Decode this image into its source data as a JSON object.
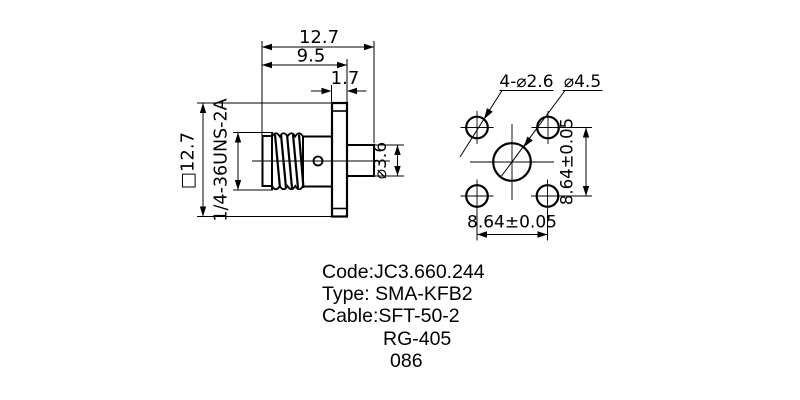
{
  "colors": {
    "ink": "#000000",
    "paper": "#ffffff"
  },
  "side_view": {
    "dim_overall_length": "12.7",
    "dim_body_length": "9.5",
    "dim_flange_thickness": "1.7",
    "dim_flange_square": "□12.7",
    "thread_spec": "1/4-36UNS-2A",
    "dim_cable_entry_dia": "⌀3.6"
  },
  "face_view": {
    "callout_mounting_holes": "4-⌀2.6",
    "callout_center_hole": "⌀4.5",
    "dim_hole_spacing_vertical": "8.64±0.05",
    "dim_hole_spacing_horizontal": "8.64±0.05"
  },
  "notes": {
    "code": "Code:JC3.660.244",
    "type": "Type: SMA-KFB2",
    "cable": "Cable:SFT-50-2",
    "cable_alt1": "RG-405",
    "cable_alt2": "086"
  }
}
